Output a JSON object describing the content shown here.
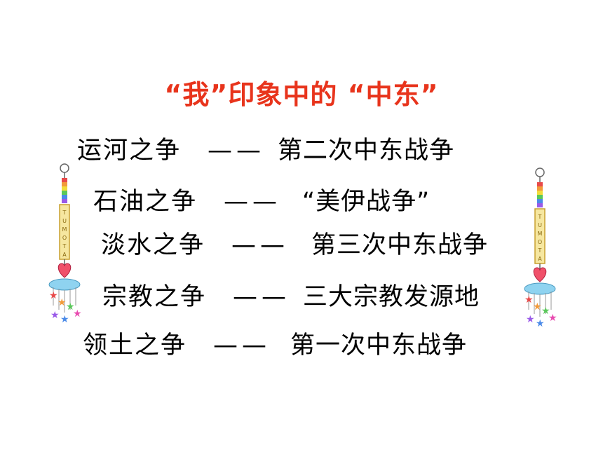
{
  "title": "“我”印象中的 “中东”",
  "rows": [
    {
      "topic": "运河之争",
      "dash": "——",
      "desc": "第二次中东战争"
    },
    {
      "topic": "石油之争",
      "dash": "——",
      "desc": "“美伊战争”"
    },
    {
      "topic": "淡水之争",
      "dash": "——",
      "desc": "第三次中东战争"
    },
    {
      "topic": "宗教之争",
      "dash": "——",
      "desc": "三大宗教发源地"
    },
    {
      "topic": "领土之争",
      "dash": "——",
      "desc": "第一次中东战争"
    }
  ],
  "decorations": {
    "icon": "hanging-wind-chime-icon",
    "charm_text": "TUMOTA",
    "colors": {
      "title": "#e8341c",
      "heart": "#f0506a",
      "bead": "#f2c14a"
    }
  }
}
